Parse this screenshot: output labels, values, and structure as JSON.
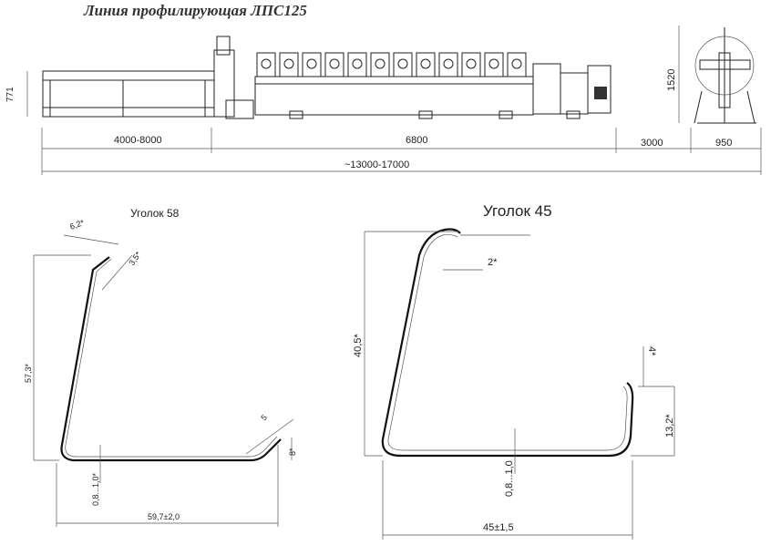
{
  "line": {
    "title": "Линия профилирующая ЛПС125",
    "height_left": "771",
    "height_right": "1520",
    "dim_feed": "4000-8000",
    "dim_main": "6800",
    "dim_gap": "3000",
    "dim_decoiler": "950",
    "dim_total": "~13000-17000"
  },
  "ugolok58": {
    "title": "Уголок 58",
    "d_62": "6,2*",
    "d_35": "3,5*",
    "d_573": "57,3*",
    "d_5": "5",
    "d_8": "8*",
    "d_thk": "0,8...1,0*",
    "d_width": "59,7±2,0"
  },
  "ugolok45": {
    "title": "Уголок 45",
    "d_2": "2*",
    "d_405": "40,5*",
    "d_4": "4*",
    "d_132": "13,2*",
    "d_thk": "0,8...1,0",
    "d_width": "45±1,5"
  }
}
